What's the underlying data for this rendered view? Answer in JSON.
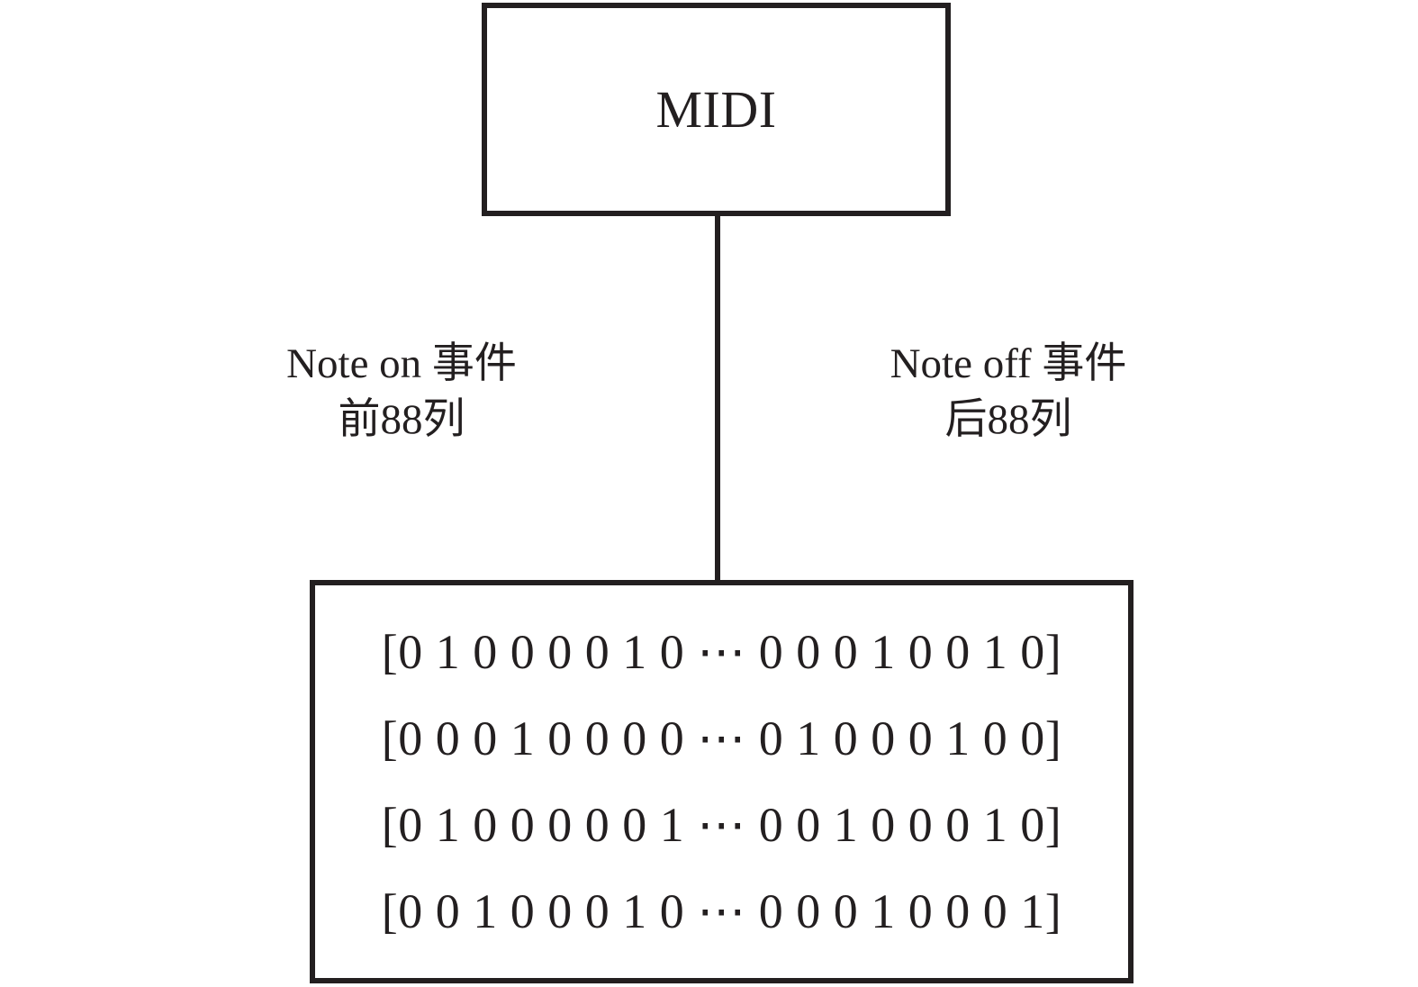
{
  "diagram": {
    "title_box": {
      "label": "MIDI"
    },
    "edges": [
      {
        "name": "note-on",
        "line1": "Note on 事件",
        "line2": "前88列"
      },
      {
        "name": "note-off",
        "line1": "Note off 事件",
        "line2": "后88列"
      }
    ],
    "matrix_box": {
      "rows": [
        "[0 1 0 0 0 0 1 0 ⋯ 0 0 0 1 0 0 1 0]",
        "[0 0 0 1 0 0 0 0 ⋯ 0 1 0 0 0 1 0 0]",
        "[0 1 0 0 0 0 0 1 ⋯ 0 0 1 0 0 0 1 0]",
        "[0 0 1 0 0 0 1 0 ⋯ 0 0 0 1 0 0 0 1]"
      ]
    },
    "colors": {
      "stroke": "#231f20",
      "background": "#ffffff"
    }
  }
}
